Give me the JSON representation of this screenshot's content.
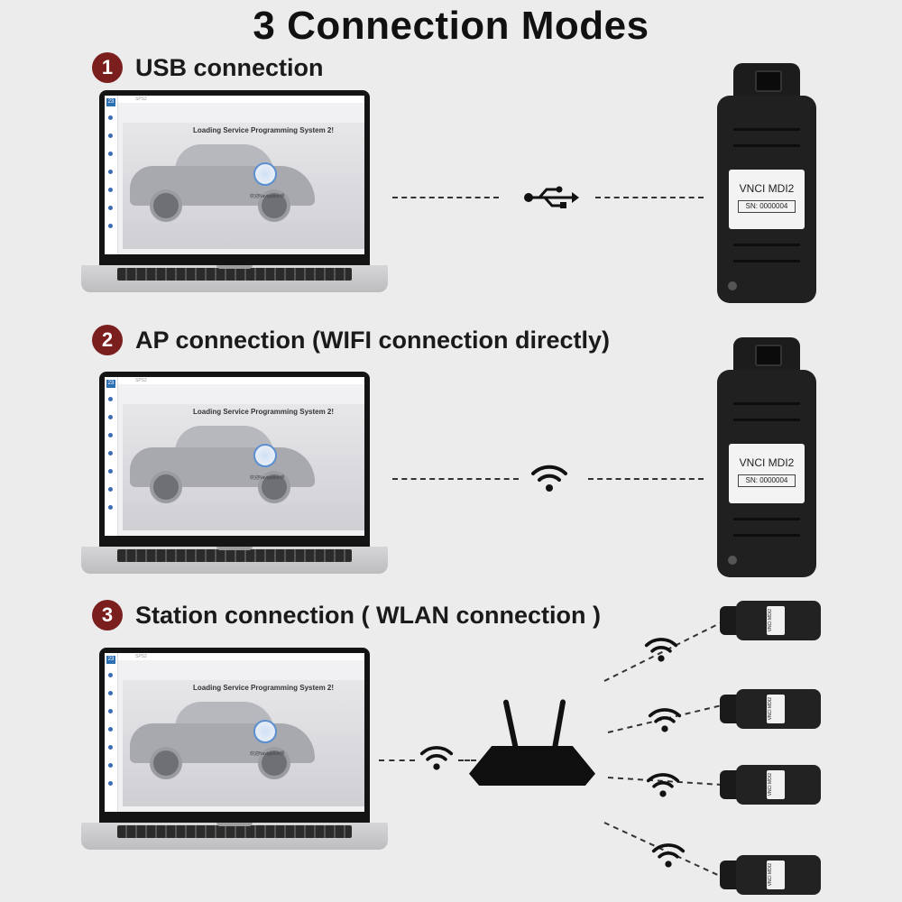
{
  "title": "3 Connection Modes",
  "sections": [
    {
      "number": "1",
      "label": "USB connection",
      "link_icon": "usb-icon"
    },
    {
      "number": "2",
      "label": "AP connection (WIFI connection directly)",
      "link_icon": "wifi-icon"
    },
    {
      "number": "3",
      "label": "Station connection ( WLAN connection )",
      "link_icon": "wifi-icon"
    }
  ],
  "laptop": {
    "screen_title": "Loading Service Programming System 2!",
    "screen_subtitle": "欢迎Navigation界",
    "app_logo": "23"
  },
  "device": {
    "name": "VNCI MDI2",
    "serial": "SN: 0000004"
  },
  "colors": {
    "badge": "#7a1e1e",
    "background": "#ececec",
    "device": "#202020"
  }
}
